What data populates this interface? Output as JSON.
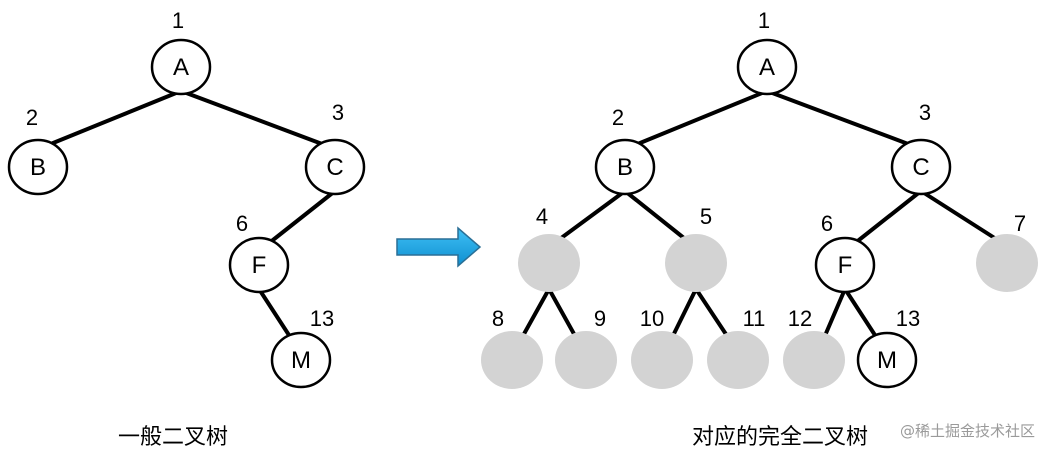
{
  "left_tree": {
    "caption": "一般二叉树",
    "nodes": [
      {
        "id": "A",
        "label": "A",
        "index": "1"
      },
      {
        "id": "B",
        "label": "B",
        "index": "2"
      },
      {
        "id": "C",
        "label": "C",
        "index": "3"
      },
      {
        "id": "F",
        "label": "F",
        "index": "6"
      },
      {
        "id": "M",
        "label": "M",
        "index": "13"
      }
    ],
    "edges": [
      [
        "A",
        "B"
      ],
      [
        "A",
        "C"
      ],
      [
        "C",
        "F"
      ],
      [
        "F",
        "M"
      ]
    ]
  },
  "right_tree": {
    "caption": "对应的完全二叉树",
    "nodes": [
      {
        "id": "A",
        "label": "A",
        "index": "1",
        "filled": false
      },
      {
        "id": "B",
        "label": "B",
        "index": "2",
        "filled": false
      },
      {
        "id": "C",
        "label": "C",
        "index": "3",
        "filled": false
      },
      {
        "id": "n4",
        "label": "",
        "index": "4",
        "filled": true
      },
      {
        "id": "n5",
        "label": "",
        "index": "5",
        "filled": true
      },
      {
        "id": "F",
        "label": "F",
        "index": "6",
        "filled": false
      },
      {
        "id": "n7",
        "label": "",
        "index": "7",
        "filled": true
      },
      {
        "id": "n8",
        "label": "",
        "index": "8",
        "filled": true
      },
      {
        "id": "n9",
        "label": "",
        "index": "9",
        "filled": true
      },
      {
        "id": "n10",
        "label": "",
        "index": "10",
        "filled": true
      },
      {
        "id": "n11",
        "label": "",
        "index": "11",
        "filled": true
      },
      {
        "id": "n12",
        "label": "",
        "index": "12",
        "filled": true
      },
      {
        "id": "M",
        "label": "M",
        "index": "13",
        "filled": false
      }
    ],
    "edges": [
      [
        "A",
        "B"
      ],
      [
        "A",
        "C"
      ],
      [
        "B",
        "n4"
      ],
      [
        "B",
        "n5"
      ],
      [
        "C",
        "F"
      ],
      [
        "C",
        "n7"
      ],
      [
        "n4",
        "n8"
      ],
      [
        "n4",
        "n9"
      ],
      [
        "n5",
        "n10"
      ],
      [
        "n5",
        "n11"
      ],
      [
        "F",
        "n12"
      ],
      [
        "F",
        "M"
      ]
    ]
  },
  "arrow": {
    "color": "#1aa0e0",
    "icon": "right-arrow-icon"
  },
  "watermark": "@稀土掘金技术社区"
}
